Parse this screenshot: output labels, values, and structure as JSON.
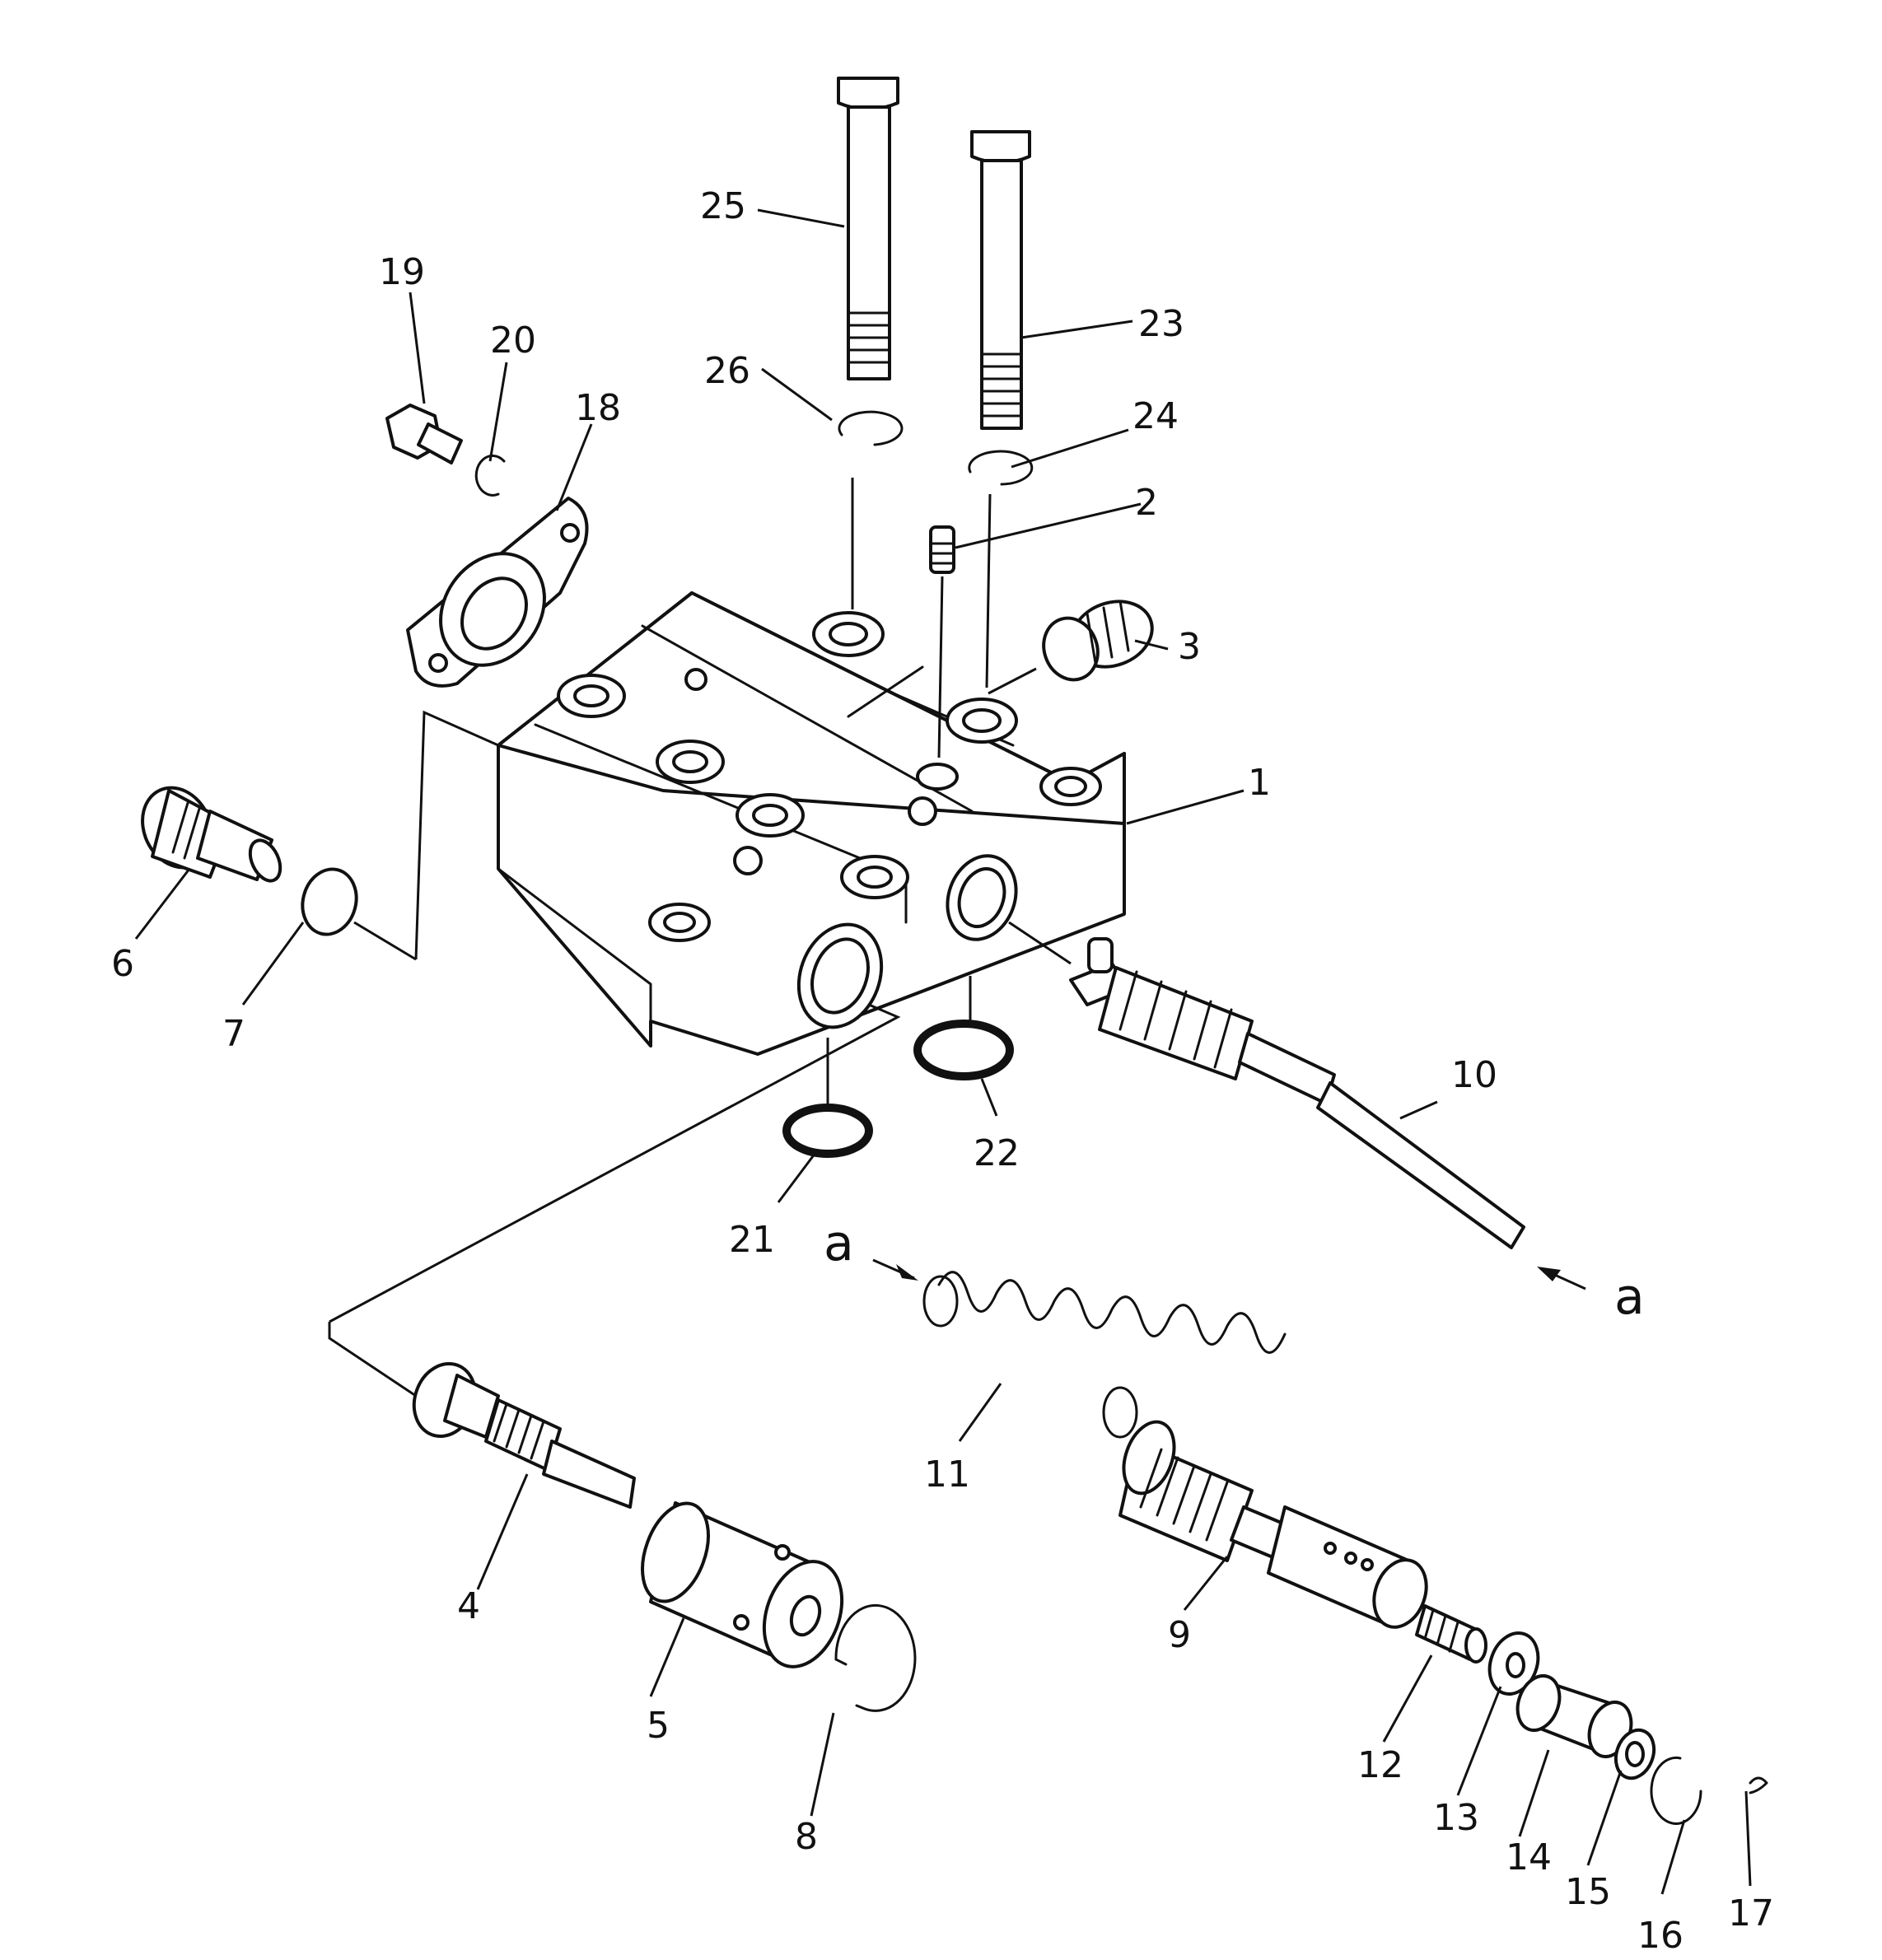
{
  "diagram": {
    "callouts": [
      "1",
      "2",
      "3",
      "4",
      "5",
      "6",
      "7",
      "8",
      "9",
      "10",
      "11",
      "12",
      "13",
      "14",
      "15",
      "16",
      "17",
      "18",
      "19",
      "20",
      "21",
      "22",
      "23",
      "24",
      "25",
      "26"
    ],
    "reference_letter": "a"
  }
}
